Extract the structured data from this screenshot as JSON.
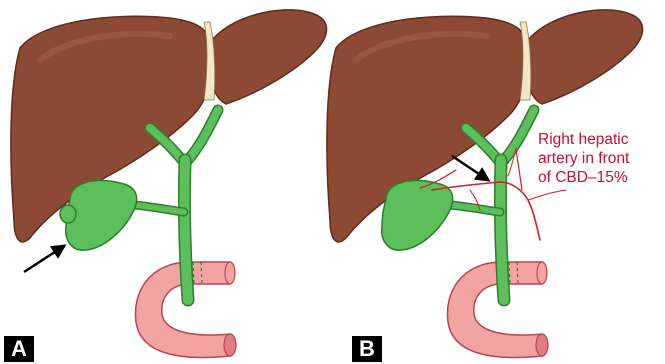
{
  "panels": [
    {
      "label": "A"
    },
    {
      "label": "B"
    }
  ],
  "annotation": {
    "lines": [
      "Right hepatic",
      "artery in front",
      "of CBD–15%"
    ]
  },
  "colors": {
    "liver": "#8c4a35",
    "liver_dark": "#5e2c1e",
    "biliary": "#5cbf5c",
    "biliary_dark": "#2f7d2f",
    "duodenum": "#f4a3a3",
    "duodenum_dark": "#b5474f",
    "artery": "#d31f26",
    "label_text": "#c8102e"
  }
}
